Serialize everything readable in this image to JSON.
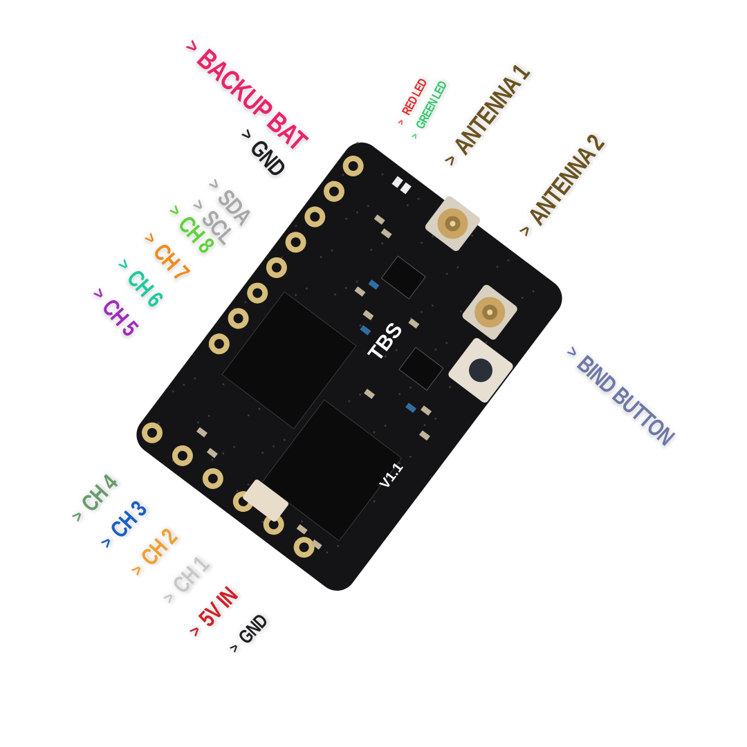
{
  "board": {
    "brand": "TBS",
    "version": "V1.1",
    "color": "#141416"
  },
  "labels": [
    {
      "id": "backup-bat",
      "text": "BACKUP BAT",
      "color": "#e8246a"
    },
    {
      "id": "gnd-top",
      "text": "GND",
      "color": "#1e1e22"
    },
    {
      "id": "sda",
      "text": "SDA",
      "color": "#a8a8a8"
    },
    {
      "id": "scl",
      "text": "SCL",
      "color": "#a8a8a8"
    },
    {
      "id": "ch8",
      "text": "CH 8",
      "color": "#5fd33b"
    },
    {
      "id": "ch7",
      "text": "CH 7",
      "color": "#f08a1c"
    },
    {
      "id": "ch6",
      "text": "CH 6",
      "color": "#1fc9a0"
    },
    {
      "id": "ch5",
      "text": "CH 5",
      "color": "#a02bbd"
    },
    {
      "id": "red-led",
      "text": "RED LED",
      "color": "#e02b2b"
    },
    {
      "id": "green-led",
      "text": "GREEN LED",
      "color": "#2fc96a"
    },
    {
      "id": "antenna1",
      "text": "ANTENNA 1",
      "color": "#6b5320"
    },
    {
      "id": "antenna2",
      "text": "ANTENNA 2",
      "color": "#6b5320"
    },
    {
      "id": "bind-button",
      "text": "BIND BUTTON",
      "color": "#6e78a8"
    },
    {
      "id": "ch4",
      "text": "CH 4",
      "color": "#6a9a6e"
    },
    {
      "id": "ch3",
      "text": "CH 3",
      "color": "#1a5fc4"
    },
    {
      "id": "ch2",
      "text": "CH 2",
      "color": "#f0a030"
    },
    {
      "id": "ch1",
      "text": "CH 1",
      "color": "#c8c8c8"
    },
    {
      "id": "5v-in",
      "text": "5V IN",
      "color": "#d0202a"
    },
    {
      "id": "gnd-bottom",
      "text": "GND",
      "color": "#1e1e22"
    }
  ],
  "chevron": ">"
}
